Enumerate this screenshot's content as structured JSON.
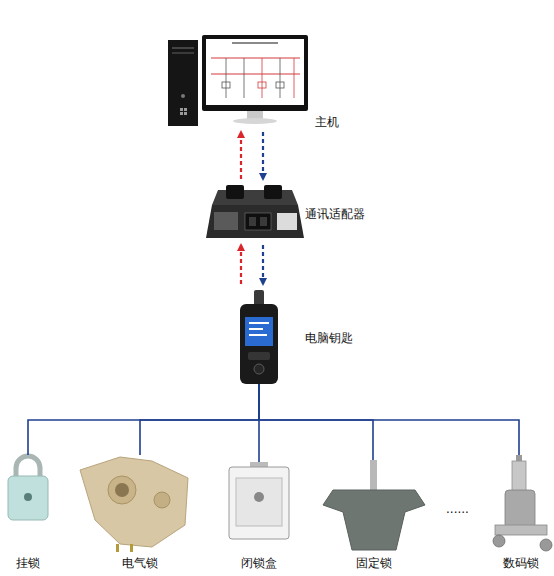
{
  "diagram": {
    "nodes": [
      {
        "text": [
          "主机"
        ]
      },
      {
        "text": [
          "通讯适配器"
        ]
      },
      {
        "text": [
          "电脑钥匙"
        ]
      },
      {
        "text": [
          "挂锁"
        ]
      },
      {
        "text": [
          "电气锁"
        ]
      },
      {
        "text": [
          "闭锁盒"
        ]
      },
      {
        "text": [
          "固定锁"
        ]
      },
      {
        "text": [
          "数码锁"
        ]
      }
    ],
    "edges": [
      {
        "from": 1,
        "to": 0,
        "arrow": "to"
      },
      {
        "from": 0,
        "to": 1,
        "arrow": "to"
      },
      {
        "from": 2,
        "to": 1,
        "arrow": "to"
      },
      {
        "from": 1,
        "to": 2,
        "arrow": "to"
      },
      {
        "from": 2,
        "to": 3,
        "arrow": "none"
      },
      {
        "from": 2,
        "to": 4,
        "arrow": "none"
      },
      {
        "from": 2,
        "to": 5,
        "arrow": "none"
      },
      {
        "from": 2,
        "to": 6,
        "arrow": "none"
      },
      {
        "from": 2,
        "to": 7,
        "arrow": "none"
      }
    ],
    "labels": [
      "......"
    ]
  }
}
